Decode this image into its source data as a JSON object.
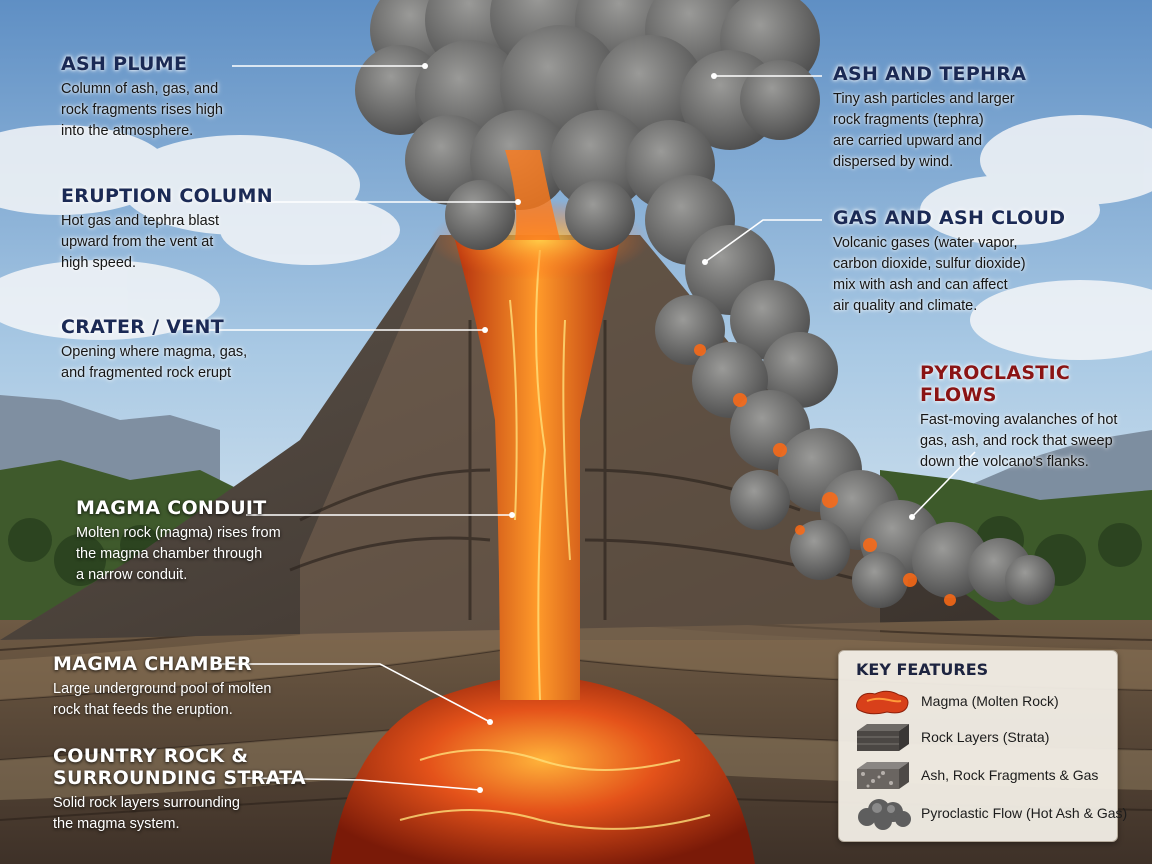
{
  "labels": {
    "ash_plume": {
      "title": "ASH PLUME",
      "desc": [
        "Column of ash, gas, and",
        "rock fragments rises high",
        "into the atmosphere."
      ]
    },
    "eruption_column": {
      "title": "ERUPTION COLUMN",
      "desc": [
        "Hot gas and tephra blast",
        "upward from the vent at",
        "high speed."
      ]
    },
    "crater_vent": {
      "title": "CRATER / VENT",
      "desc": [
        "Opening where magma, gas,",
        "and fragmented rock erupt"
      ]
    },
    "magma_conduit": {
      "title": "MAGMA CONDUIT",
      "desc": [
        "Molten rock (magma) rises from",
        "the magma chamber through",
        "a narrow conduit."
      ]
    },
    "magma_chamber": {
      "title": "MAGMA CHAMBER",
      "desc": [
        "Large underground pool of molten",
        "rock that feeds the eruption."
      ]
    },
    "country_rock": {
      "title": [
        "COUNTRY ROCK &",
        "SURROUNDING STRATA"
      ],
      "desc": [
        "Solid rock layers surrounding",
        "the magma system."
      ]
    },
    "ash_tephra": {
      "title": "ASH AND TEPHRA",
      "desc": [
        "Tiny ash particles and larger",
        "rock fragments (tephra)",
        "are carried upward and",
        "dispersed by wind."
      ]
    },
    "gas_ash_cloud": {
      "title": "GAS AND ASH CLOUD",
      "desc": [
        "Volcanic gases (water vapor,",
        "carbon dioxide, sulfur dioxide)",
        "mix with ash and can affect",
        "air quality and climate."
      ]
    },
    "pyroclastic_flows": {
      "title": "PYROCLASTIC FLOWS",
      "desc": [
        "Fast-moving avalanches of hot",
        "gas, ash, and rock that sweep",
        "down the volcano's flanks."
      ]
    }
  },
  "legend": {
    "title": "KEY FEATURES",
    "items": [
      {
        "label": "Magma (Molten Rock)",
        "icon": "magma-swatch-icon"
      },
      {
        "label": "Rock Layers (Strata)",
        "icon": "rock-layers-icon"
      },
      {
        "label": "Ash, Rock Fragments & Gas",
        "icon": "ash-fragments-icon"
      },
      {
        "label": "Pyroclastic Flow (Hot Ash & Gas)",
        "icon": "pyroclastic-cloud-icon"
      }
    ]
  },
  "colors": {
    "title_navy": "#1b2a55",
    "title_red": "#8a1414",
    "magma": "#e8501a",
    "magma_glow": "#ffb23a",
    "ash": "#6e6e6e",
    "sky": "#9fc3e3"
  }
}
